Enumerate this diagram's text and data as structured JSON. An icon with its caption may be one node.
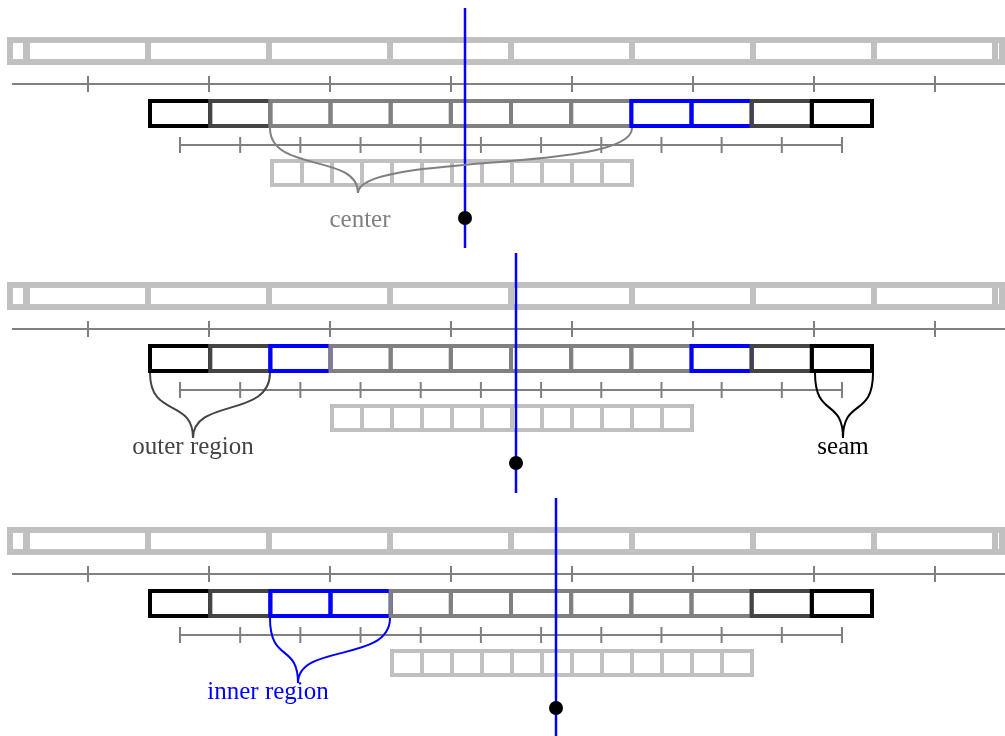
{
  "diagram": {
    "labels": [
      "center",
      "outer region",
      "seam",
      "inner region"
    ]
  }
}
